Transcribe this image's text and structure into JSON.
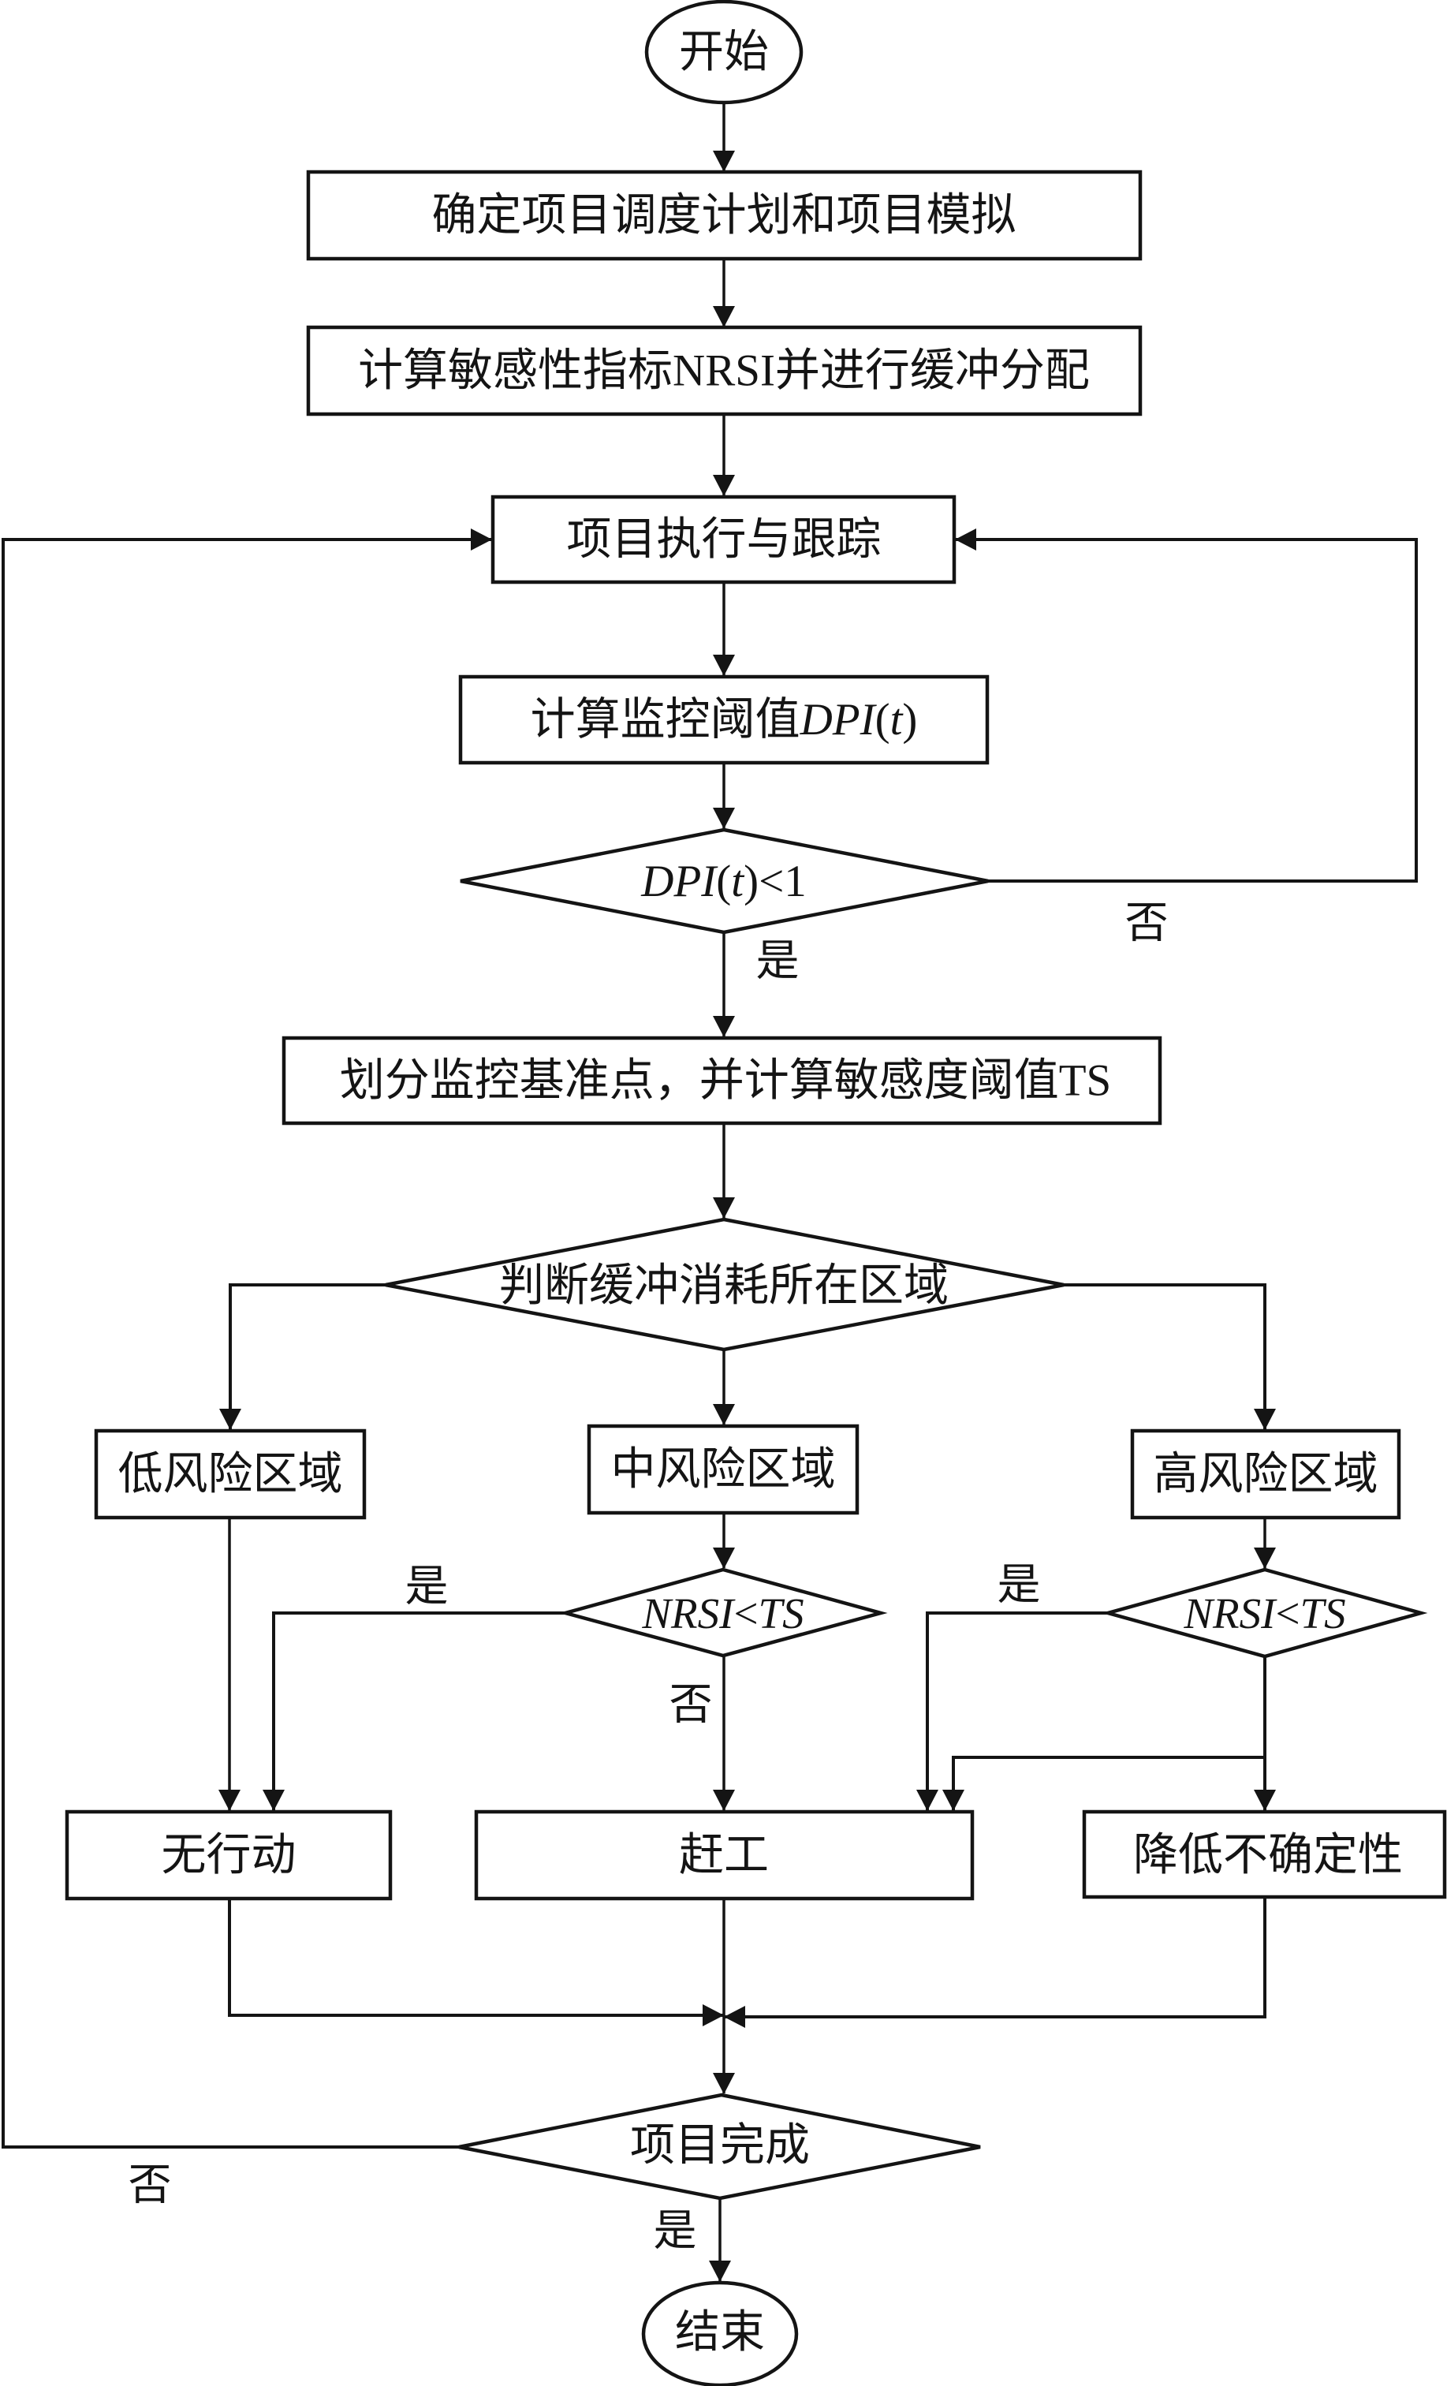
{
  "diagram": {
    "type": "flowchart",
    "colors": {
      "stroke": "#141414",
      "background": "#ffffff"
    },
    "nodes": {
      "start": "开始",
      "determine_schedule": "确定项目调度计划和项目模拟",
      "compute_nrsi": "计算敏感性指标NRSI并进行缓冲分配",
      "execute_track": "项目执行与跟踪",
      "compute_dpi": [
        "计算监控阈值",
        "DPI",
        "(",
        "t",
        ")"
      ],
      "check_dpi": [
        "DPI",
        "(",
        "t",
        ")",
        "<1"
      ],
      "partition_ts": "划分监控基准点，并计算敏感度阈值TS",
      "judge_zone": "判断缓冲消耗所在区域",
      "low_risk": "低风险区域",
      "mid_risk": "中风险区域",
      "high_risk": "高风险区域",
      "check_mid": [
        "NRSI",
        "<",
        "TS"
      ],
      "check_high": [
        "NRSI",
        "<",
        "TS"
      ],
      "no_action": "无行动",
      "crash": "赶工",
      "reduce_uncertainty": "降低不确定性",
      "project_complete": "项目完成",
      "end": "结束"
    },
    "edge_labels": {
      "dpi_no": "否",
      "dpi_yes": "是",
      "mid_yes": "是",
      "mid_no": "否",
      "high_yes": "是",
      "complete_no": "否",
      "complete_yes": "是"
    },
    "edges": [
      {
        "from": "start",
        "to": "determine_schedule"
      },
      {
        "from": "determine_schedule",
        "to": "compute_nrsi"
      },
      {
        "from": "compute_nrsi",
        "to": "execute_track"
      },
      {
        "from": "execute_track",
        "to": "compute_dpi"
      },
      {
        "from": "compute_dpi",
        "to": "check_dpi"
      },
      {
        "from": "check_dpi",
        "to": "execute_track",
        "label": "否"
      },
      {
        "from": "check_dpi",
        "to": "partition_ts",
        "label": "是"
      },
      {
        "from": "partition_ts",
        "to": "judge_zone"
      },
      {
        "from": "judge_zone",
        "to": "low_risk"
      },
      {
        "from": "judge_zone",
        "to": "mid_risk"
      },
      {
        "from": "judge_zone",
        "to": "high_risk"
      },
      {
        "from": "low_risk",
        "to": "no_action"
      },
      {
        "from": "mid_risk",
        "to": "check_mid"
      },
      {
        "from": "check_mid",
        "to": "no_action",
        "label": "是"
      },
      {
        "from": "check_mid",
        "to": "crash",
        "label": "否"
      },
      {
        "from": "high_risk",
        "to": "check_high"
      },
      {
        "from": "check_high",
        "to": "crash",
        "label": "是"
      },
      {
        "from": "check_high",
        "to": "reduce_uncertainty"
      },
      {
        "from": "check_high",
        "to": "crash"
      },
      {
        "from": "no_action",
        "to": "project_complete"
      },
      {
        "from": "crash",
        "to": "project_complete"
      },
      {
        "from": "reduce_uncertainty",
        "to": "project_complete"
      },
      {
        "from": "project_complete",
        "to": "execute_track",
        "label": "否"
      },
      {
        "from": "project_complete",
        "to": "end",
        "label": "是"
      }
    ]
  }
}
